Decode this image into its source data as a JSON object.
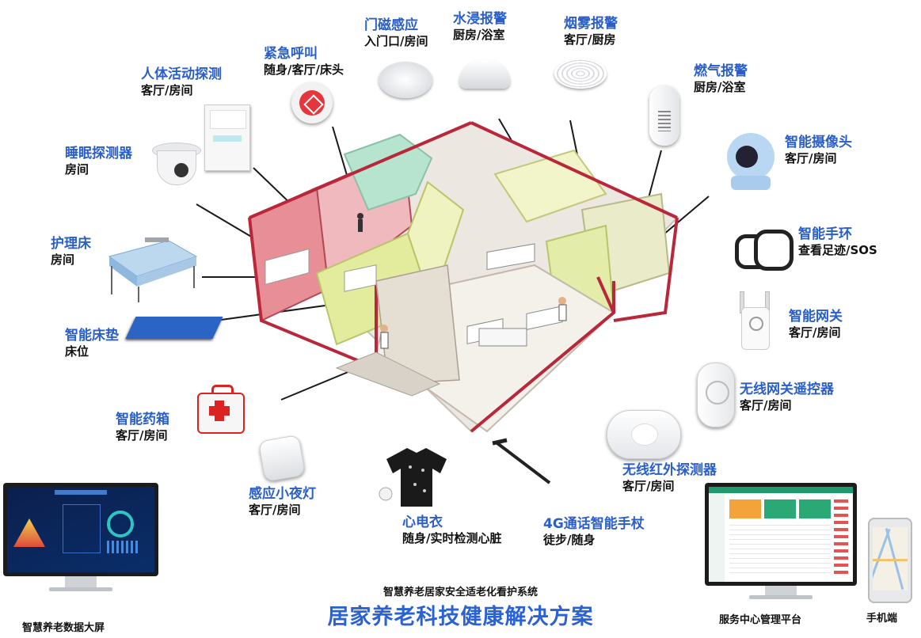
{
  "devices": [
    {
      "id": "door",
      "title": "门磁感应",
      "sub": "入门口/房间"
    },
    {
      "id": "water",
      "title": "水浸报警",
      "sub": "厨房/浴室"
    },
    {
      "id": "smoke",
      "title": "烟雾报警",
      "sub": "客厅/厨房"
    },
    {
      "id": "sos",
      "title": "紧急呼叫",
      "sub": "随身/客厅/床头"
    },
    {
      "id": "gas",
      "title": "燃气报警",
      "sub": "厨房/浴室"
    },
    {
      "id": "pir",
      "title": "人体活动探测",
      "sub": "客厅/房间"
    },
    {
      "id": "camera",
      "title": "智能摄像头",
      "sub": "客厅/房间"
    },
    {
      "id": "sleep",
      "title": "睡眠探测器",
      "sub": "房间"
    },
    {
      "id": "band",
      "title": "智能手环",
      "sub": "查看足迹/SOS"
    },
    {
      "id": "bed",
      "title": "护理床",
      "sub": "房间"
    },
    {
      "id": "gateway",
      "title": "智能网关",
      "sub": "客厅/房间"
    },
    {
      "id": "mattress",
      "title": "智能床垫",
      "sub": "床位"
    },
    {
      "id": "remote",
      "title": "无线网关遥控器",
      "sub": "客厅/房间"
    },
    {
      "id": "medbox",
      "title": "智能药箱",
      "sub": "客厅/房间"
    },
    {
      "id": "ir",
      "title": "无线红外探测器",
      "sub": "客厅/房间"
    },
    {
      "id": "nightlight",
      "title": "感应小夜灯",
      "sub": "客厅/房间"
    },
    {
      "id": "ecg",
      "title": "心电衣",
      "sub": "随身/实时检测心脏"
    },
    {
      "id": "cane",
      "title": "4G通话智能手杖",
      "sub": "徒步/随身"
    }
  ],
  "terminals": {
    "bigscreen": "智慧养老数据大屏",
    "service": "服务中心管理平台",
    "mobile": "手机端"
  },
  "subtitle": "智慧养老居家安全适老化看护系统",
  "title": "居家养老科技健康解决方案",
  "colors": {
    "label": "#2a5ec8",
    "title": "#2a62d6",
    "wall_red": "#e0707a",
    "wall_green": "#e9f0a0",
    "wall_teal": "#a8dcc6"
  }
}
